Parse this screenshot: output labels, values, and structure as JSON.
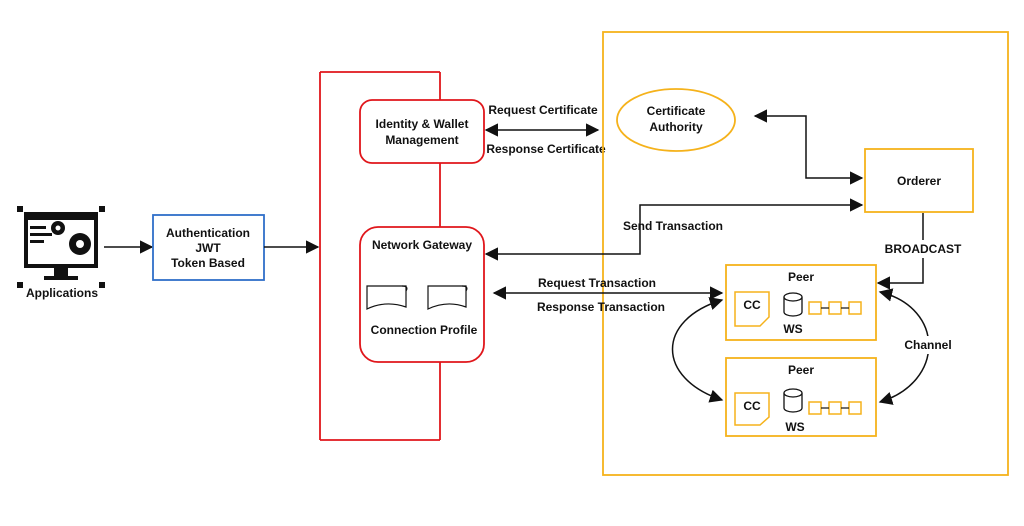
{
  "applications": {
    "label": "Applications"
  },
  "auth": {
    "line1": "Authentication",
    "line2": "JWT",
    "line3": "Token Based"
  },
  "identity": {
    "line1": "Identity & Wallet",
    "line2": "Management"
  },
  "gateway": {
    "title": "Network Gateway",
    "subtitle": "Connection Profile"
  },
  "ca": {
    "line1": "Certificate",
    "line2": "Authority"
  },
  "orderer": {
    "label": "Orderer"
  },
  "arrows": {
    "request_certificate": "Request Certificate",
    "response_certificate": "Response Certificate",
    "send_transaction": "Send Transaction",
    "request_transaction": "Request Transaction",
    "response_transaction": "Response Transaction",
    "broadcast": "BROADCAST",
    "channel": "Channel"
  },
  "peers": [
    {
      "title": "Peer",
      "cc": "CC",
      "ws": "WS"
    },
    {
      "title": "Peer",
      "cc": "CC",
      "ws": "WS"
    }
  ],
  "colors": {
    "sdk_red": "#e0161b",
    "fabric_orange": "#f5b21b",
    "auth_blue": "#2f6fc9",
    "ink": "#111111"
  }
}
